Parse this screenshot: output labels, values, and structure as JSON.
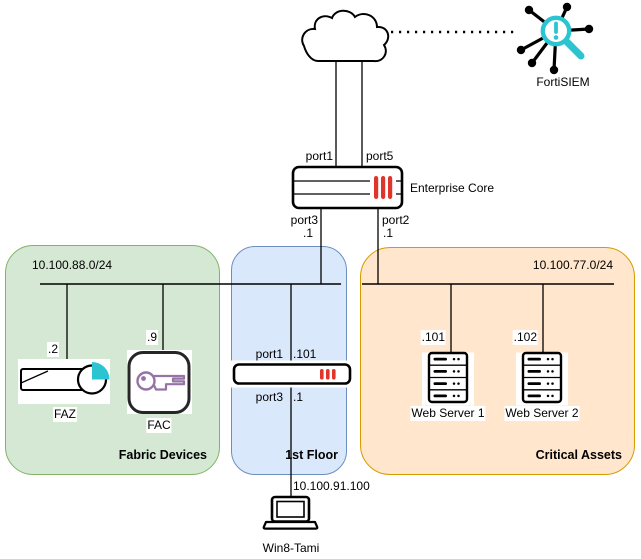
{
  "colors": {
    "zone_green_fill": "#d5e8d4",
    "zone_green_stroke": "#82b366",
    "zone_blue_fill": "#dae8fc",
    "zone_blue_stroke": "#6c8ebf",
    "zone_orange_fill": "#ffe6cc",
    "zone_orange_stroke": "#d79b00",
    "forti_red": "#e1352b",
    "forti_teal": "#2bc4d1",
    "key_purple": "#9673a6"
  },
  "nodes": {
    "fortisiem": {
      "label": "FortiSIEM"
    },
    "enterprise_core": {
      "label": "Enterprise Core",
      "top_left_port": "port1",
      "top_right_port": "port5",
      "bottom_left_port": "port3",
      "bottom_left_ip": ".1",
      "bottom_right_port": "port2",
      "bottom_right_ip": ".1"
    },
    "client": {
      "label": "Win8-Tami",
      "ip": "10.100.91.100"
    }
  },
  "zones": {
    "fabric": {
      "title": "Fabric Devices",
      "subnet": "10.100.88.0/24",
      "faz": {
        "label": "FAZ",
        "ip": ".2"
      },
      "fac": {
        "label": "FAC",
        "ip": ".9"
      }
    },
    "floor1": {
      "title": "1st Floor",
      "switch": {
        "uplink_port": "port1",
        "uplink_ip": ".101",
        "downlink_port": "port3",
        "downlink_ip": ".1"
      }
    },
    "critical": {
      "title": "Critical Assets",
      "subnet": "10.100.77.0/24",
      "server1": {
        "label": "Web Server 1",
        "ip": ".101"
      },
      "server2": {
        "label": "Web Server 2",
        "ip": ".102"
      }
    }
  }
}
